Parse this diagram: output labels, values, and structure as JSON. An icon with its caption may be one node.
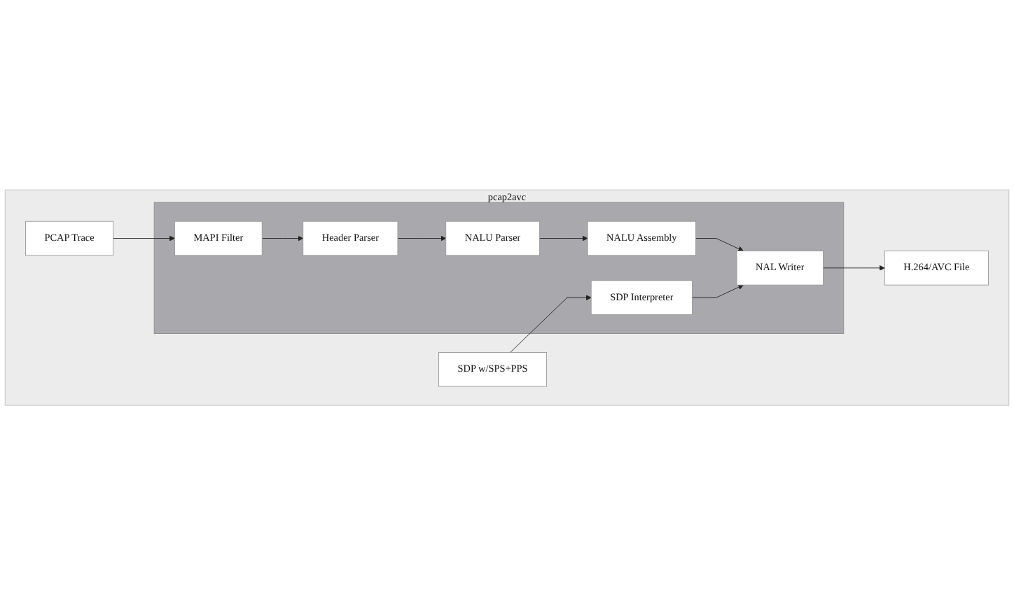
{
  "diagram": {
    "nodes": [
      {
        "text": [
          "pcap2avc"
        ]
      },
      {
        "text": [
          "PCAP Trace"
        ],
        "in": 0
      },
      {
        "text": [],
        "shape": "band",
        "in": 0
      },
      {
        "text": [
          "MAPI Filter"
        ],
        "in": 2
      },
      {
        "text": [
          "Header Parser"
        ],
        "in": 2
      },
      {
        "text": [
          "NALU Parser"
        ],
        "in": 2
      },
      {
        "text": [
          "SDP Interpreter"
        ],
        "in": 2
      },
      {
        "text": [
          "NAL Writer"
        ],
        "in": 2
      },
      {
        "text": [
          "NALU Assembly"
        ],
        "in": 2
      },
      {
        "text": [
          "SDP w/SPS+PPS"
        ],
        "in": 0
      },
      {
        "text": [
          "H.264/AVC File"
        ],
        "in": 0
      }
    ],
    "edges": [
      {
        "from": 1,
        "to": 3,
        "arrow": "to"
      },
      {
        "from": 3,
        "to": 4,
        "arrow": "to"
      },
      {
        "from": 4,
        "to": 5,
        "arrow": "to"
      },
      {
        "from": 5,
        "to": 8,
        "arrow": "to"
      },
      {
        "from": 8,
        "to": 7,
        "arrow": "to"
      },
      {
        "from": 6,
        "to": 7,
        "arrow": "to"
      },
      {
        "from": 9,
        "to": 6,
        "arrow": "to"
      },
      {
        "from": 7,
        "to": 10,
        "arrow": "to"
      }
    ]
  }
}
